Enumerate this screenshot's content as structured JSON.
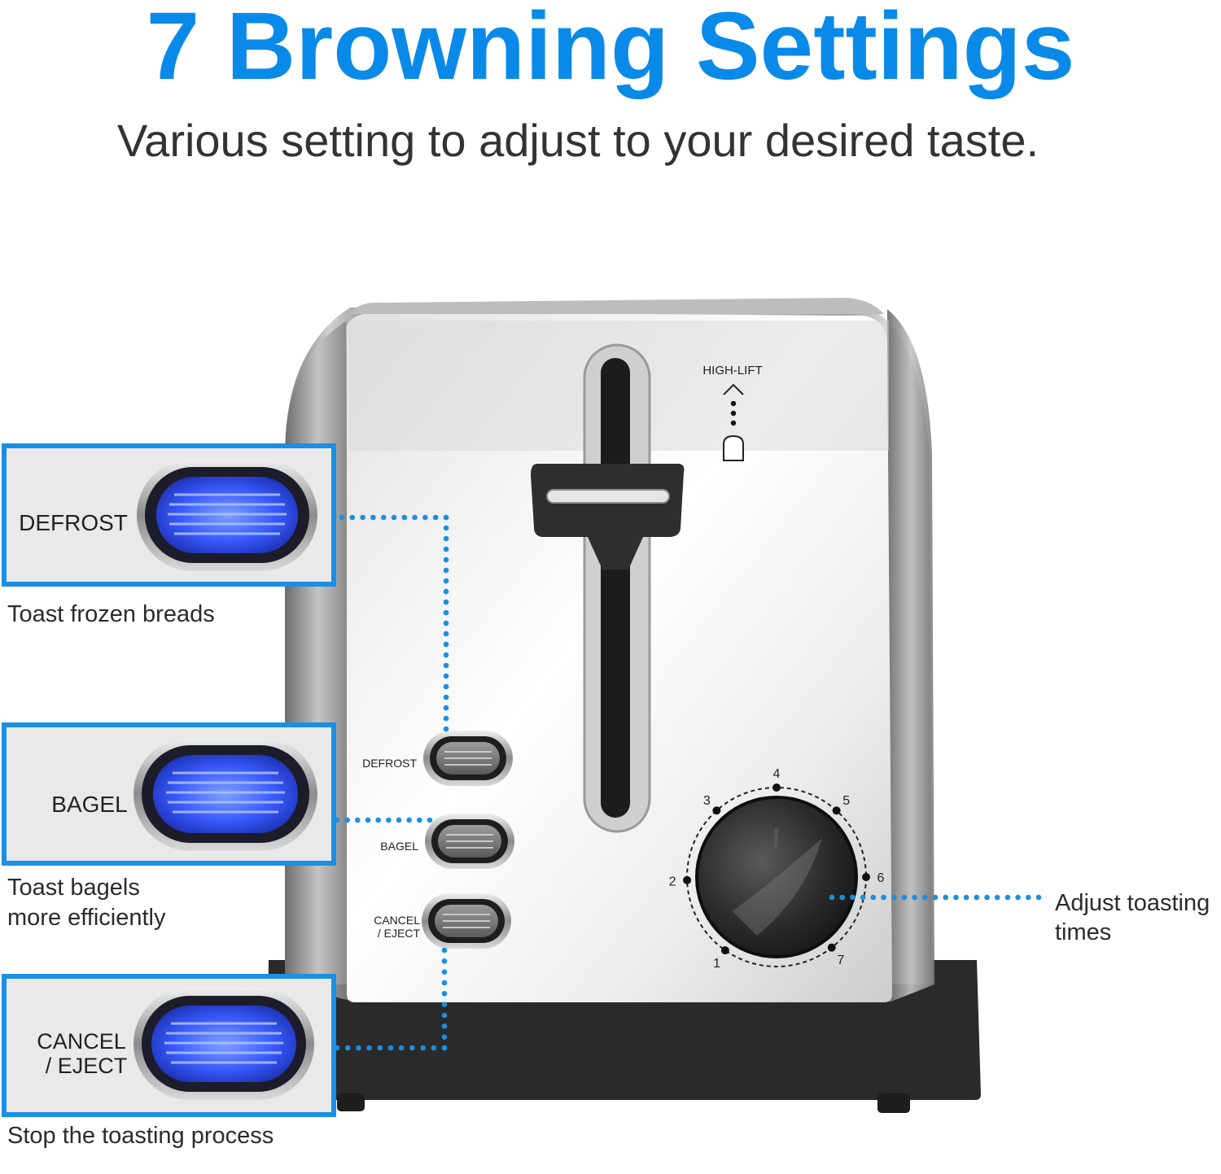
{
  "header": {
    "title": "7 Browning Settings",
    "subtitle": "Various setting to adjust to your desired taste."
  },
  "toaster": {
    "high_lift_label": "HIGH-LIFT",
    "buttons": {
      "defrost": "DEFROST",
      "bagel": "BAGEL",
      "cancel_line1": "CANCEL",
      "cancel_line2": "/ EJECT"
    },
    "dial_numbers": [
      "1",
      "2",
      "3",
      "4",
      "5",
      "6",
      "7"
    ]
  },
  "callouts": {
    "defrost": {
      "label": "DEFROST",
      "caption": "Toast frozen breads"
    },
    "bagel": {
      "label": "BAGEL",
      "caption_line1": "Toast bagels",
      "caption_line2": "more efficiently"
    },
    "cancel": {
      "label_line1": "CANCEL",
      "label_line2": "/ EJECT",
      "caption": "Stop the toasting process"
    },
    "dial": {
      "caption_line1": "Adjust toasting",
      "caption_line2": "times"
    }
  },
  "colors": {
    "accent_blue": "#0a8ae8",
    "callout_frame_blue": "#1a8fe3",
    "indicator_glow_blue": "#3a5cff",
    "base_black": "#2a2a2a"
  }
}
